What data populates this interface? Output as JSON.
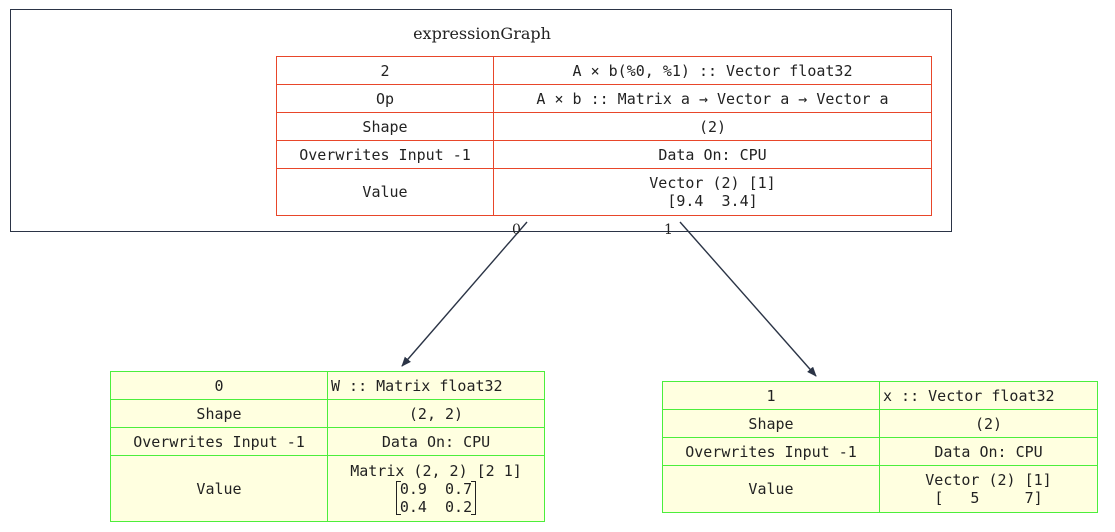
{
  "graph": {
    "title": "expressionGraph"
  },
  "nodes": {
    "root": {
      "id": "2",
      "expr": "A × b(%0, %1) :: Vector float32",
      "op_label": "Op",
      "op_value": "A × b :: Matrix a → Vector a → Vector a",
      "shape_label": "Shape",
      "shape_value": "(2)",
      "overwrites_label": "Overwrites Input -1",
      "data_on": "Data On: CPU",
      "value_label": "Value",
      "value_line1": "Vector (2) [1]",
      "value_line2": "[9.4  3.4]"
    },
    "w": {
      "id": "0",
      "expr": "W :: Matrix float32",
      "shape_label": "Shape",
      "shape_value": "(2, 2)",
      "overwrites_label": "Overwrites Input -1",
      "data_on": "Data On: CPU",
      "value_label": "Value",
      "value_line1": "Matrix (2, 2) [2 1]",
      "value_row1": "0.9  0.7",
      "value_row2": "0.4  0.2"
    },
    "x": {
      "id": "1",
      "expr": "x :: Vector float32",
      "shape_label": "Shape",
      "shape_value": "(2)",
      "overwrites_label": "Overwrites Input -1",
      "data_on": "Data On: CPU",
      "value_label": "Value",
      "value_line1": "Vector (2) [1]",
      "value_line2": "[   5     7]"
    }
  },
  "edges": [
    {
      "label": "0",
      "from": "root",
      "to": "w"
    },
    {
      "label": "1",
      "from": "root",
      "to": "x"
    }
  ],
  "colors": {
    "root_border": "#e8462a",
    "leaf_border": "#4cee3c",
    "leaf_fill": "#ffffe0",
    "edge": "#2b3446"
  }
}
